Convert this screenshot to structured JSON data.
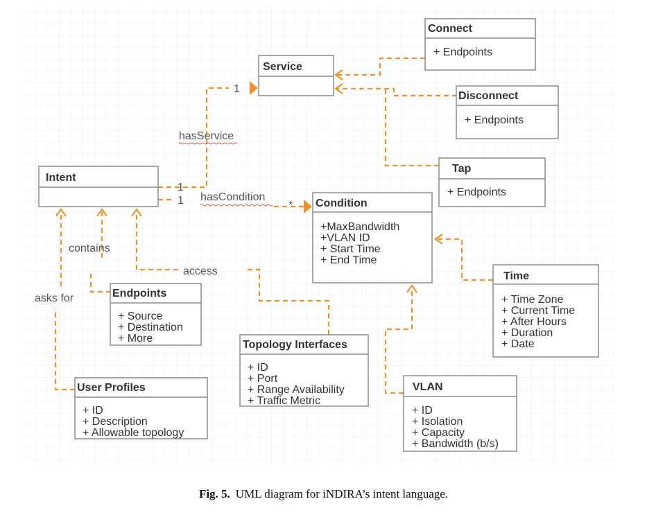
{
  "nodes": {
    "service": {
      "title": "Service",
      "attrs": []
    },
    "connect": {
      "title": "Connect",
      "attrs": [
        "+ Endpoints"
      ]
    },
    "disconnect": {
      "title": "Disconnect",
      "attrs": [
        "+ Endpoints"
      ]
    },
    "tap": {
      "title": "Tap",
      "attrs": [
        "+ Endpoints"
      ]
    },
    "intent": {
      "title": "Intent",
      "attrs": []
    },
    "condition": {
      "title": "Condition",
      "attrs": [
        "+MaxBandwidth",
        "+VLAN ID",
        "+ Start Time",
        "+ End Time"
      ]
    },
    "time": {
      "title": "Time",
      "attrs": [
        "+ Time Zone",
        "+ Current Time",
        "+ After Hours",
        "+ Duration",
        "+ Date"
      ]
    },
    "endpoints": {
      "title": "Endpoints",
      "attrs": [
        "+ Source",
        "+ Destination",
        "+ More"
      ]
    },
    "topology": {
      "title": "Topology Interfaces",
      "attrs": [
        "+ ID",
        "+ Port",
        "+ Range Availability",
        "+ Traffic Metric"
      ]
    },
    "vlan": {
      "title": "VLAN",
      "attrs": [
        "+ ID",
        "+ Isolation",
        "+ Capacity",
        "+ Bandwidth (b/s)"
      ]
    },
    "userprofiles": {
      "title": "User Profiles",
      "attrs": [
        "+ ID",
        "+ Description",
        "+ Allowable topology"
      ]
    }
  },
  "edges": {
    "has_service": "hasService",
    "has_condition": "hasCondition",
    "contains": "contains",
    "access": "access",
    "asks_for": "asks for"
  },
  "multiplicity": {
    "service_end": "1",
    "intent_service_end": "1",
    "intent_condition_end": "1",
    "condition_end": "*"
  },
  "caption": {
    "label": "Fig. 5.",
    "text": "UML diagram for iNDIRA’s intent language."
  },
  "colors": {
    "connector": "#f0922b",
    "box_border": "#8c8c8c",
    "grid": "#ececec"
  }
}
